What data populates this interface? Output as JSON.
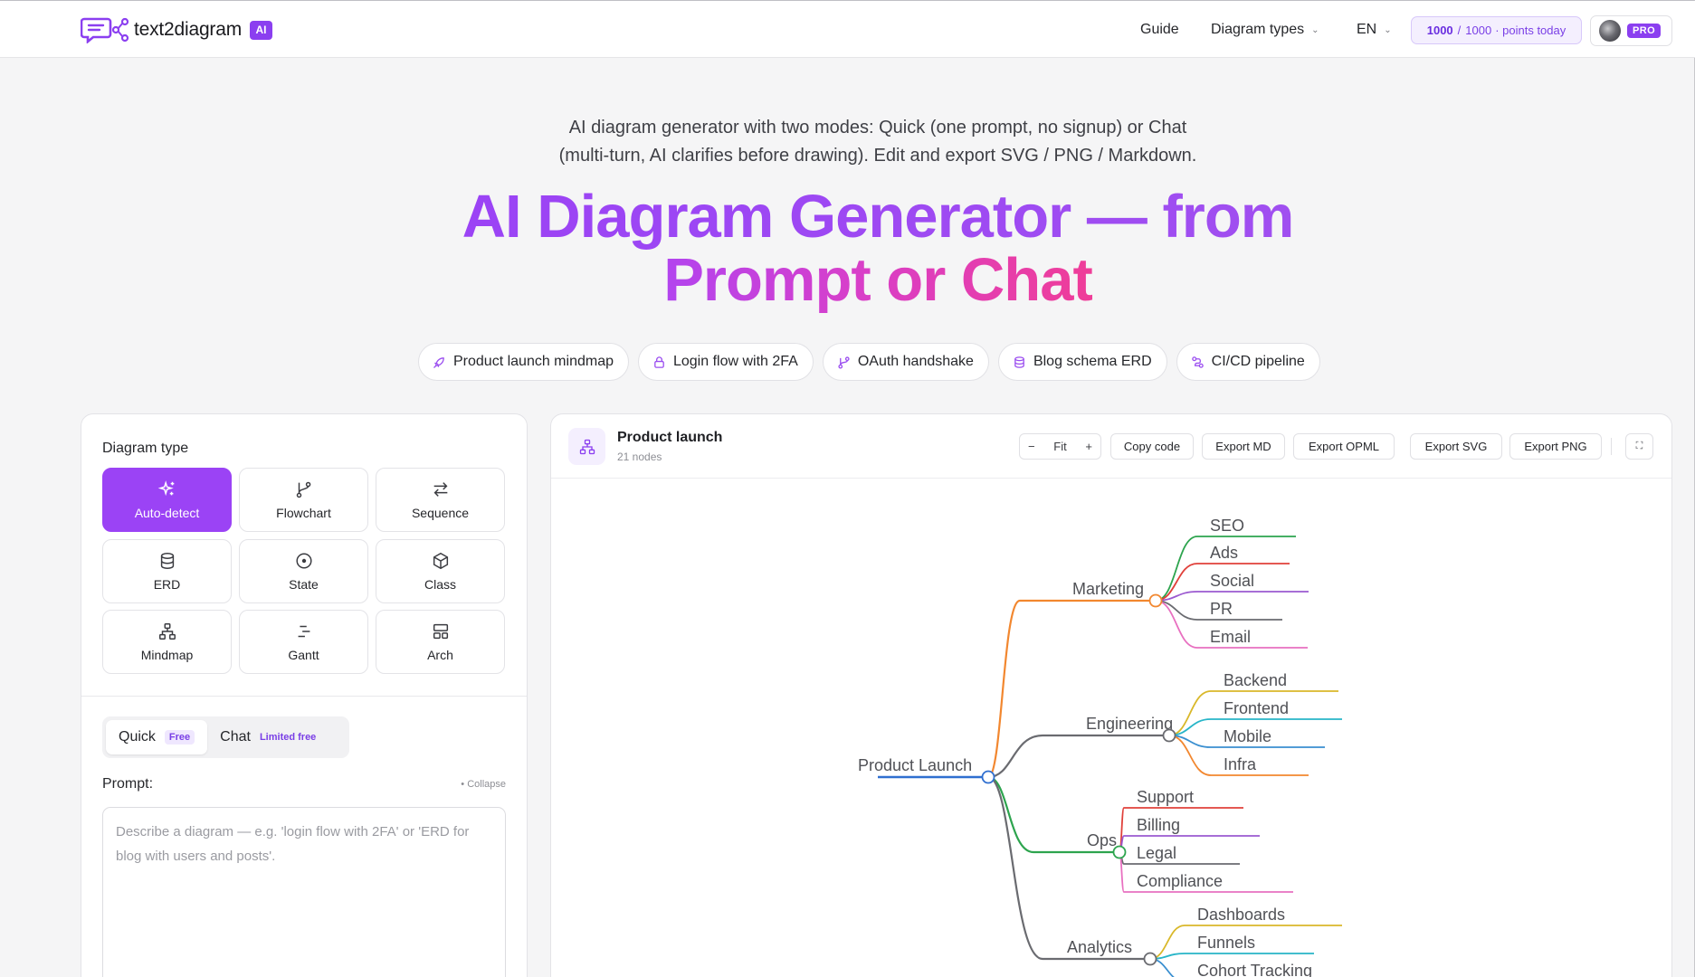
{
  "header": {
    "brand": "text2diagram",
    "brand_badge": "AI",
    "nav": {
      "guide": "Guide",
      "diagram_types": "Diagram types",
      "language": "EN"
    },
    "points": {
      "current": "1000",
      "total": "1000",
      "suffix": "· points today"
    },
    "pro_badge": "PRO"
  },
  "hero": {
    "subtitle_line1": "AI diagram generator with two modes: Quick (one prompt, no signup) or Chat",
    "subtitle_line2": "(multi-turn, AI clarifies before drawing). Edit and export SVG / PNG / Markdown.",
    "title_line1": "AI Diagram Generator — from",
    "title_line2": "Prompt or Chat",
    "chips": [
      {
        "icon": "rocket-icon",
        "label": "Product launch mindmap"
      },
      {
        "icon": "lock-icon",
        "label": "Login flow with 2FA"
      },
      {
        "icon": "branch-icon",
        "label": "OAuth handshake"
      },
      {
        "icon": "database-icon",
        "label": "Blog schema ERD"
      },
      {
        "icon": "pipeline-icon",
        "label": "CI/CD pipeline"
      }
    ]
  },
  "left_panel": {
    "section_label": "Diagram type",
    "types": [
      {
        "label": "Auto-detect",
        "icon": "sparkles-icon",
        "active": true
      },
      {
        "label": "Flowchart",
        "icon": "git-branch-icon",
        "active": false
      },
      {
        "label": "Sequence",
        "icon": "arrows-swap-icon",
        "active": false
      },
      {
        "label": "ERD",
        "icon": "database-icon",
        "active": false
      },
      {
        "label": "State",
        "icon": "circle-dot-icon",
        "active": false
      },
      {
        "label": "Class",
        "icon": "box-icon",
        "active": false
      },
      {
        "label": "Mindmap",
        "icon": "network-icon",
        "active": false
      },
      {
        "label": "Gantt",
        "icon": "gantt-icon",
        "active": false
      },
      {
        "label": "Arch",
        "icon": "layout-icon",
        "active": false
      }
    ],
    "mode": {
      "quick_label": "Quick",
      "quick_badge": "Free",
      "chat_label": "Chat",
      "chat_badge": "Limited free"
    },
    "prompt_label": "Prompt:",
    "collapse_label": "• Collapse",
    "prompt_placeholder": "Describe a diagram — e.g. 'login flow with 2FA' or 'ERD for blog with users and posts'."
  },
  "canvas": {
    "title": "Product launch",
    "subtitle": "21 nodes",
    "zoom_out": "−",
    "zoom_fit": "Fit",
    "zoom_in": "+",
    "buttons": [
      "Copy code",
      "Export MD",
      "Export OPML",
      "Export SVG",
      "Export PNG"
    ],
    "fullscreen_icon": "⛶"
  },
  "mindmap": {
    "root": "Product Launch",
    "branches": [
      {
        "label": "Marketing",
        "color": "#f2872f",
        "children": [
          {
            "label": "SEO",
            "color": "#2da44e"
          },
          {
            "label": "Ads",
            "color": "#e0403a"
          },
          {
            "label": "Social",
            "color": "#9b59d0"
          },
          {
            "label": "PR",
            "color": "#6a6b70"
          },
          {
            "label": "Email",
            "color": "#e870c0"
          }
        ]
      },
      {
        "label": "Engineering",
        "color": "#6a6b70",
        "children": [
          {
            "label": "Backend",
            "color": "#d9b82a"
          },
          {
            "label": "Frontend",
            "color": "#27b5c8"
          },
          {
            "label": "Mobile",
            "color": "#3a8fd0"
          },
          {
            "label": "Infra",
            "color": "#f2872f"
          }
        ]
      },
      {
        "label": "Ops",
        "color": "#2da44e",
        "children": [
          {
            "label": "Support",
            "color": "#e0403a"
          },
          {
            "label": "Billing",
            "color": "#9b59d0"
          },
          {
            "label": "Legal",
            "color": "#6a6b70"
          },
          {
            "label": "Compliance",
            "color": "#e870c0"
          }
        ]
      },
      {
        "label": "Analytics",
        "color": "#6a6b70",
        "children": [
          {
            "label": "Dashboards",
            "color": "#d9b82a"
          },
          {
            "label": "Funnels",
            "color": "#27b5c8"
          },
          {
            "label": "Cohort Tracking",
            "color": "#3a8fd0"
          }
        ]
      }
    ],
    "root_color": "#2f6fd0"
  }
}
